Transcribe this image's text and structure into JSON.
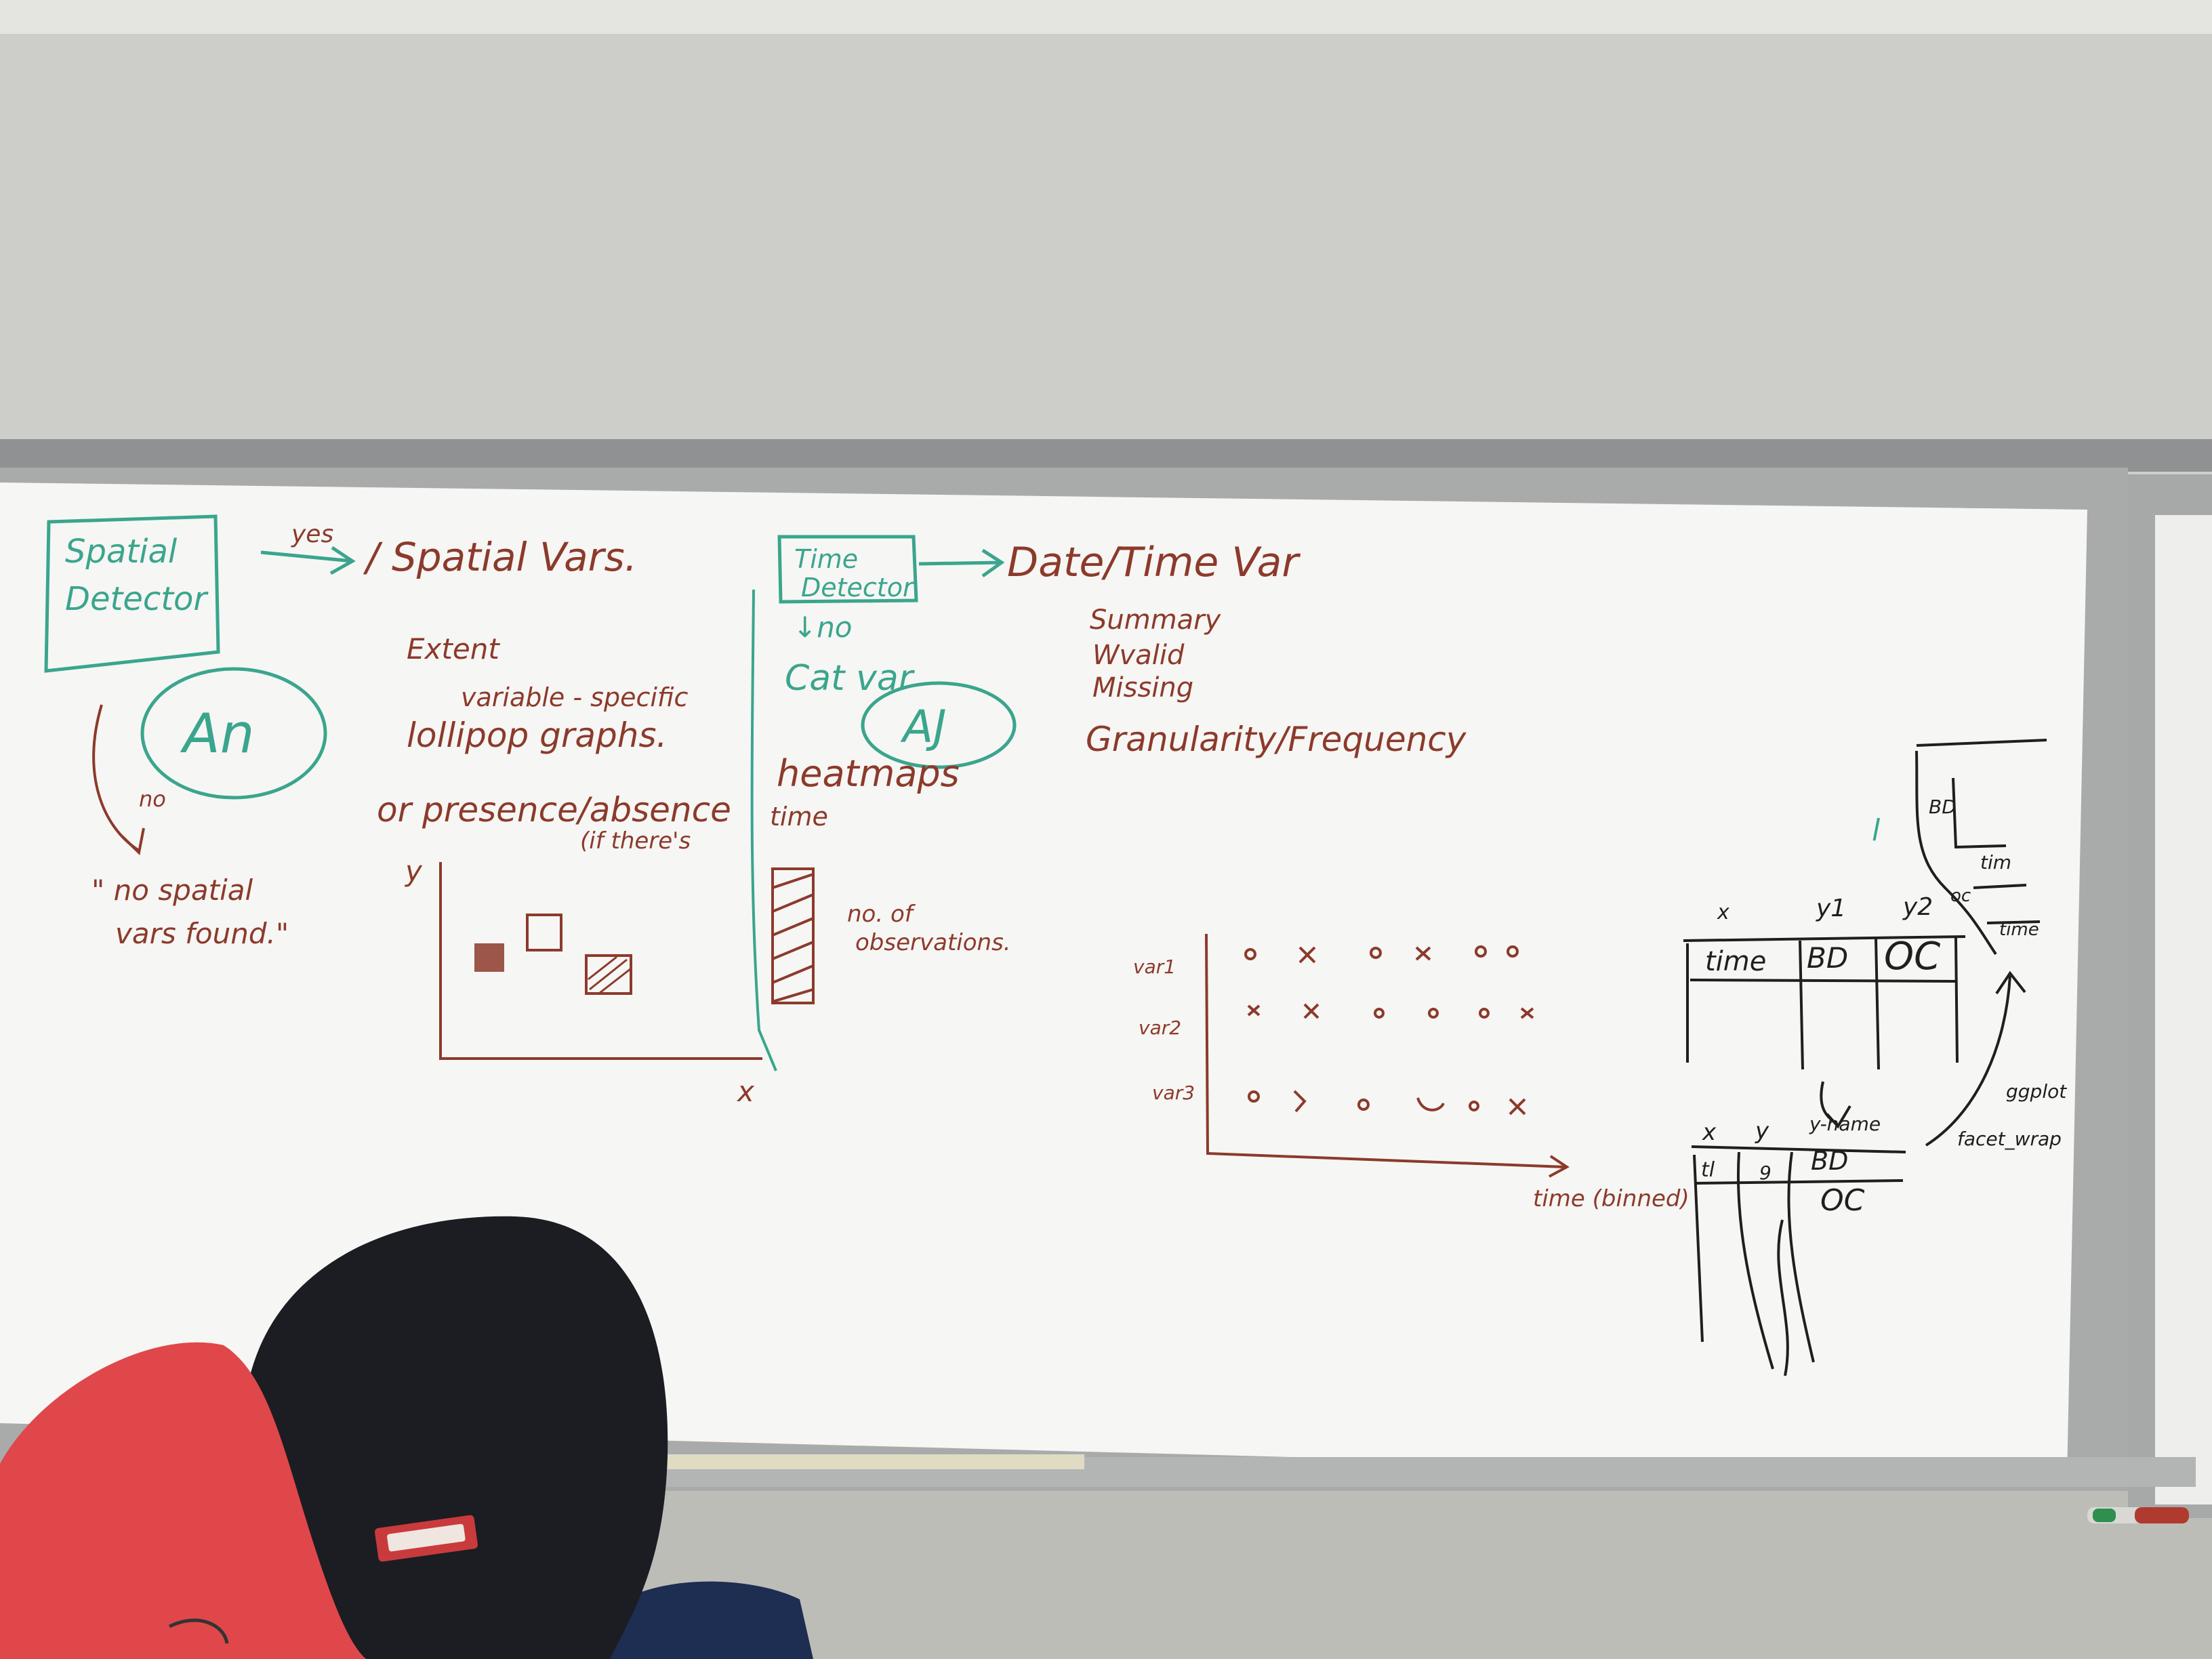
{
  "colors": {
    "wall": "#cfcfcb",
    "board": "#f4f4f2",
    "frame": "#a9abab",
    "red_marker": "#8c3a2b",
    "teal_marker": "#3aa58d",
    "black_marker": "#1f1f1f",
    "cap_black": "#1b1d22",
    "cap_red": "#e0474a",
    "shirt": "#1e2d52"
  },
  "board": {
    "spatial_box": [
      "Spatial",
      "Detector"
    ],
    "yes_label": "yes",
    "spatial_vars": "/ Spatial Vars.",
    "extent": "Extent",
    "variable_specific": "variable - specific",
    "lollipop": "lollipop graphs.",
    "presence": "or presence/absence",
    "if_theres": "(if there's",
    "time_word": "time",
    "an_circle": "An",
    "no_label": "no",
    "no_spatial": [
      "\" no spatial",
      "vars found.\""
    ],
    "chart_y": "y",
    "chart_x": "x",
    "time_box": [
      "Time",
      "Detector"
    ],
    "down_no": "↓no",
    "catvar": "Cat var",
    "aj_circle": "AJ",
    "heatmaps": "heatmaps",
    "date_time_var": "Date/Time Var",
    "summary_list": [
      "Summary",
      "Wvalid",
      "Missing",
      "Granularity/Frequency"
    ],
    "observations": [
      "no. of",
      "observations."
    ],
    "var_labels": [
      "var1",
      "var2",
      "var3"
    ],
    "time_binned": "time (binned)",
    "table1_header_letters": [
      "x",
      "y1",
      "y2"
    ],
    "table1_cells": [
      "time",
      "BD",
      "OC"
    ],
    "table2_header": [
      "x",
      "y",
      "y-name"
    ],
    "table2_cells": [
      "tl",
      "9",
      "BD",
      "OC"
    ],
    "ggplot_note": [
      "ggplot",
      "facet_wrap"
    ],
    "mini_chart": [
      "BD",
      "tim",
      "oc",
      "time"
    ],
    "side_mark": "l"
  }
}
